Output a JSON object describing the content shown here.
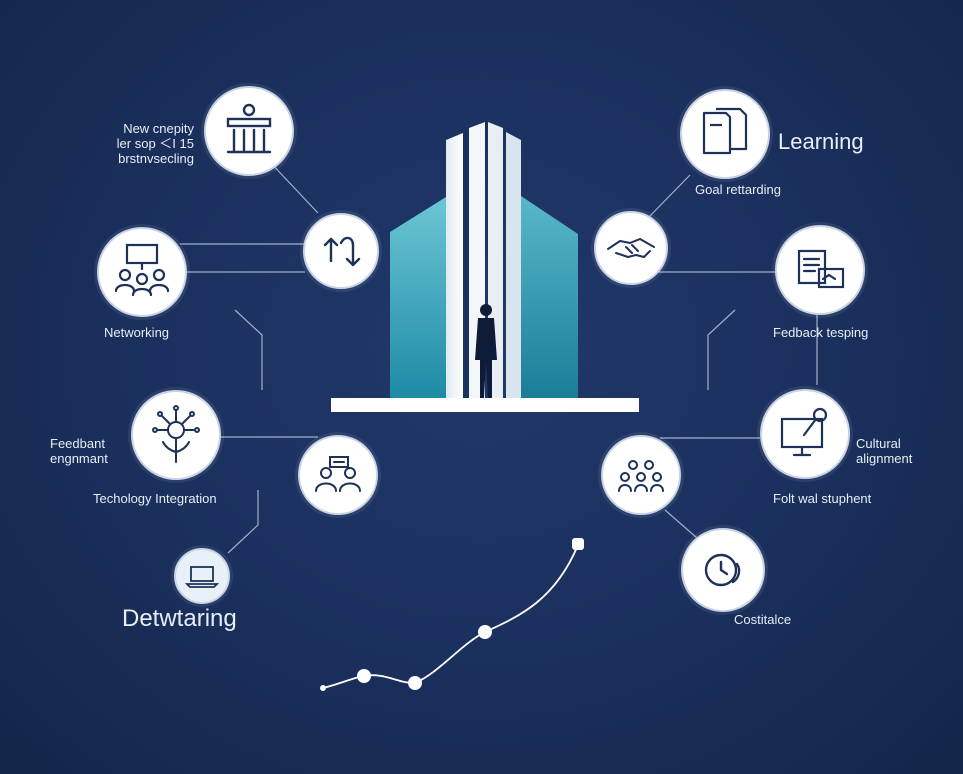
{
  "labels": {
    "new_capability": "New cnepity\nler sop ＜I 15\nbrstnvsecling",
    "networking": "Networking",
    "feedbant": "Feedbant\nengnmant",
    "tech_integration": "Techology Integration",
    "detwtaring": "Detwtaring",
    "learning": "Learning",
    "goal_retterding": "Goal rettarding",
    "feedback_tesping": "Fedback tesping",
    "cultural_alignment": "Cultural\nalignment",
    "folt_wal": "Folt wal stuphent",
    "costitalce": "Costitalce"
  },
  "icons": [
    "institution-icon",
    "arrows-icon",
    "presentation-team-icon",
    "growth-tree-icon",
    "collaboration-icon",
    "laptop-icon",
    "documents-icon",
    "handshake-icon",
    "feedback-report-icon",
    "monitor-pen-icon",
    "group-icon",
    "timer-icon"
  ],
  "colors": {
    "background": "#1a2f5c",
    "node_fill": "#ffffff",
    "line": "#b9c6de",
    "tower_teal": "#3aa6b9",
    "icon_stroke": "#1d3159"
  }
}
